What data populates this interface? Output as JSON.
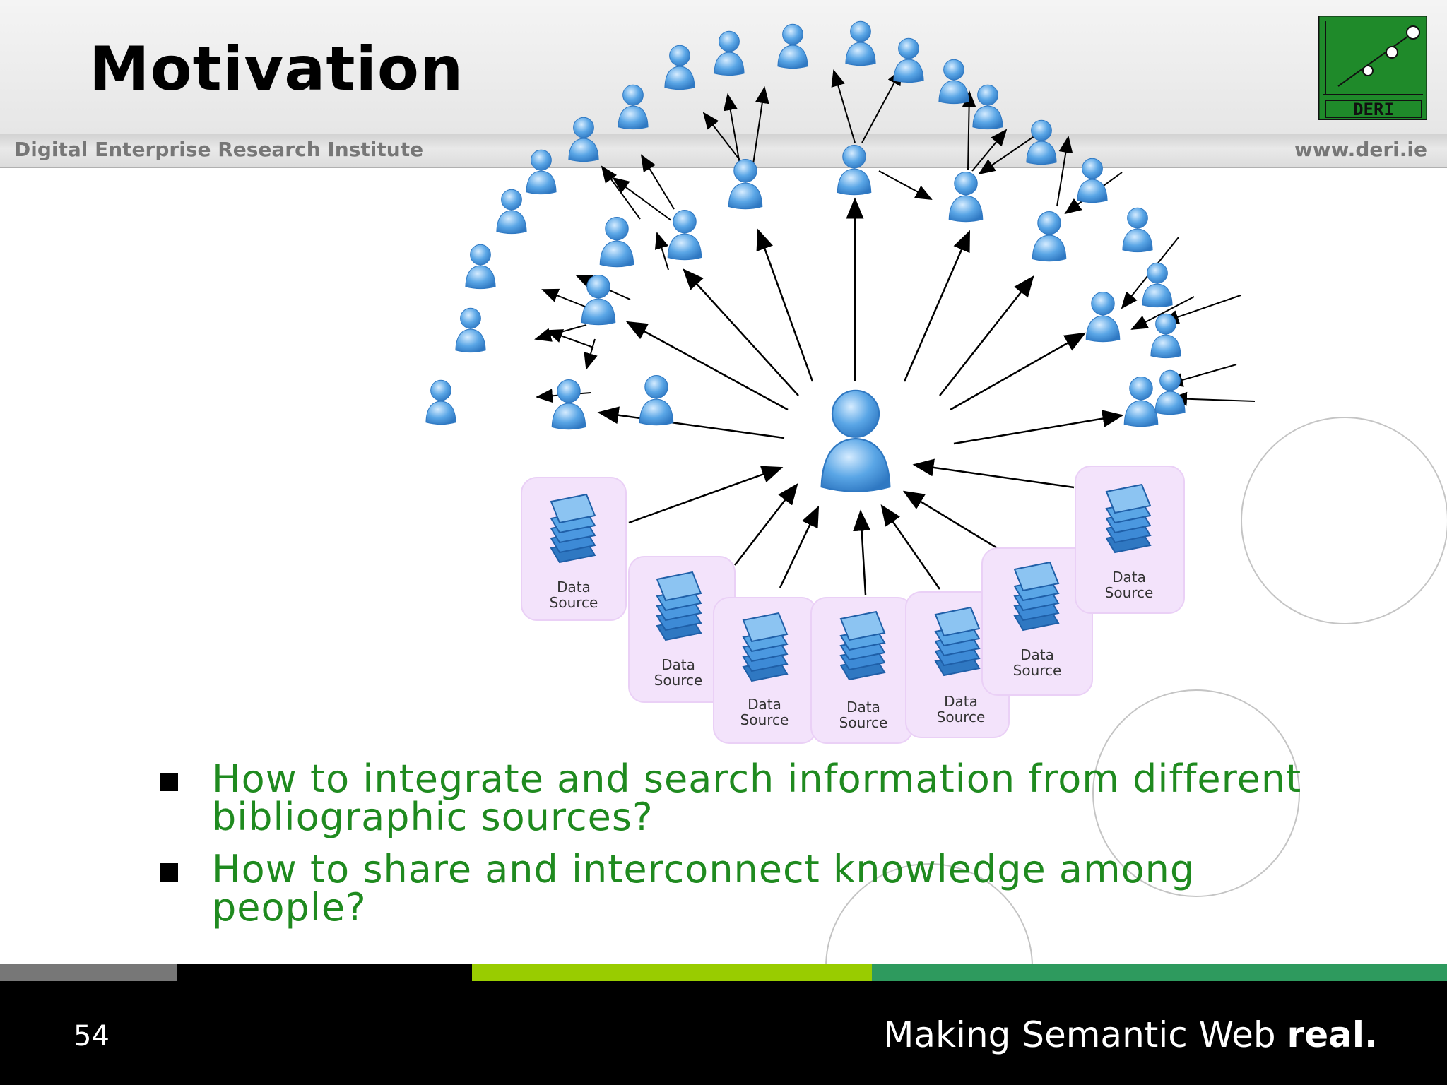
{
  "slide": {
    "title": "Motivation",
    "institute": "Digital Enterprise Research Institute",
    "website": "www.deri.ie",
    "logo_text": "DERI",
    "page_number": "54",
    "slogan_light": "Making Semantic Web ",
    "slogan_bold": "real."
  },
  "diagram": {
    "data_source_label_line1": "Data",
    "data_source_label_line2": "Source",
    "person_color": "#5aa6e6",
    "data_source_bg": "#f3e3fb"
  },
  "bullets": [
    "How to integrate and search information from different bibliographic sources?",
    "How to share and interconnect knowledge among people?"
  ],
  "colors": {
    "bullet_text": "#1f8a1f",
    "bar_gray": "#777777",
    "bar_black": "#000000",
    "bar_lime": "#99cc00",
    "bar_green": "#2e9a5e"
  }
}
